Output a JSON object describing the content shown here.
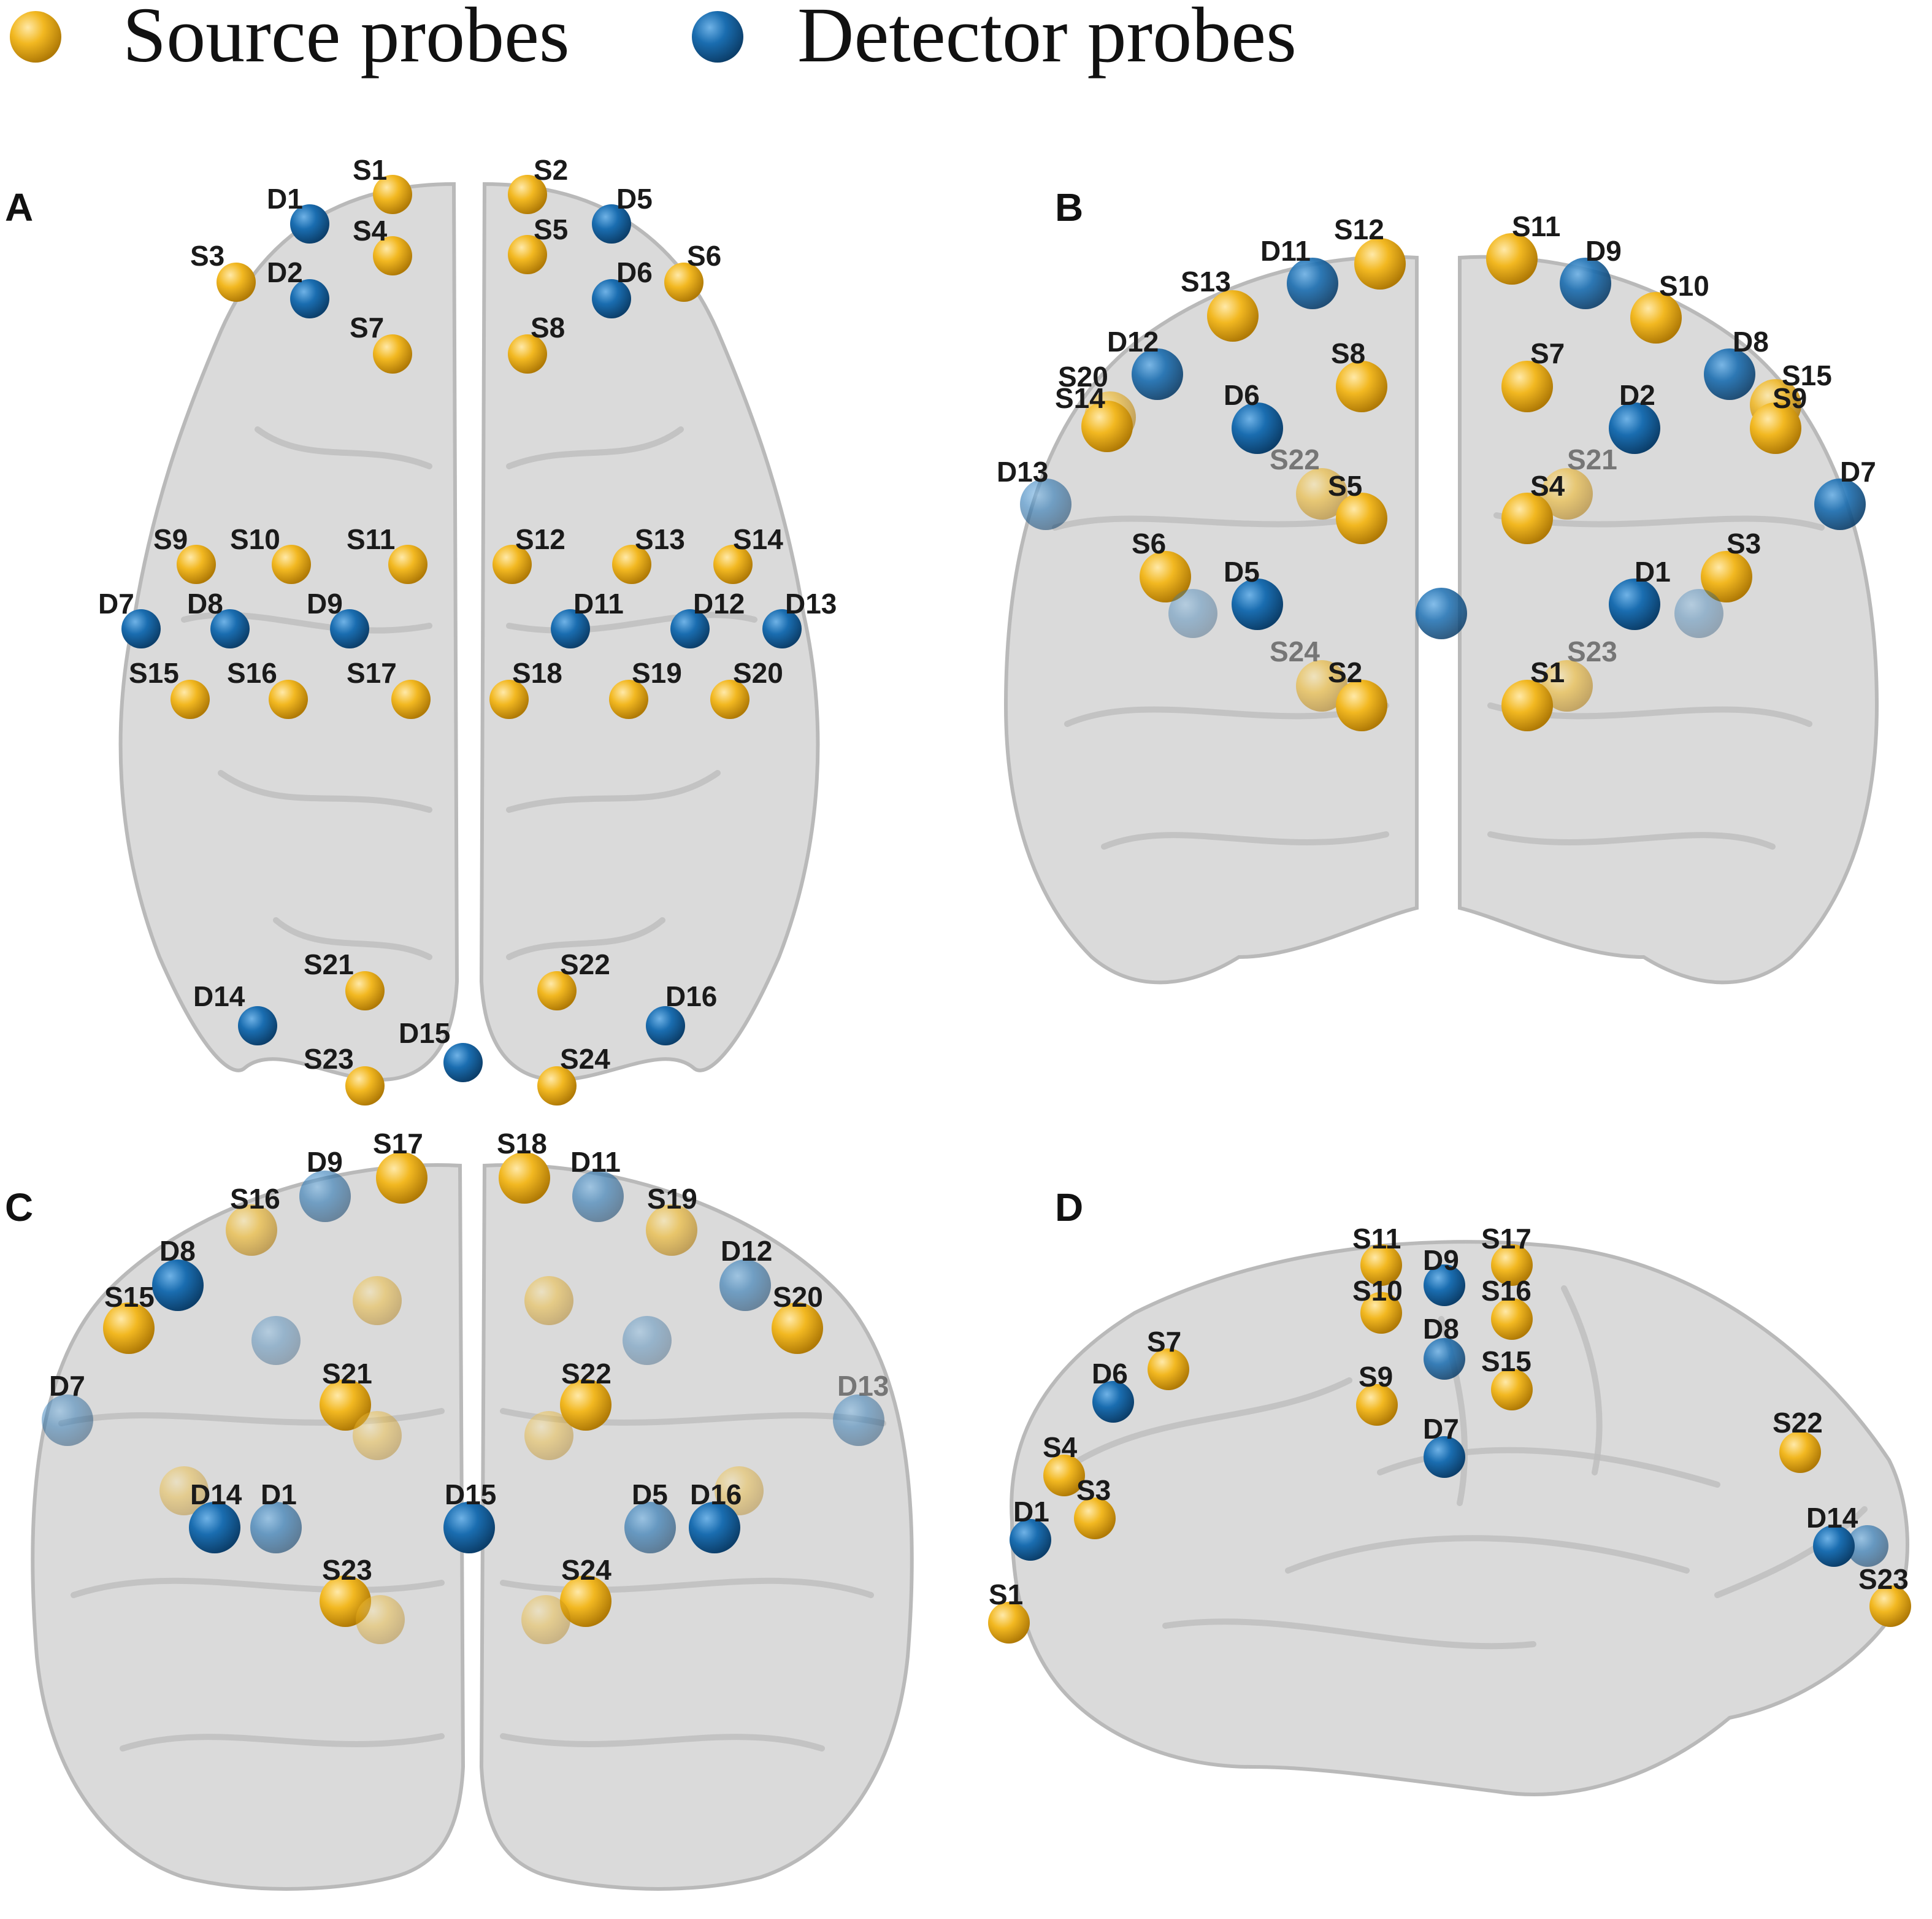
{
  "legend": {
    "source_label": "Source probes",
    "detector_label": "Detector probes",
    "source_color": "#e6a817",
    "detector_color": "#1565a6"
  },
  "panels": [
    {
      "letter": "A",
      "probes": [
        {
          "label": "S1",
          "kind": "source"
        },
        {
          "label": "S2",
          "kind": "source"
        },
        {
          "label": "D1",
          "kind": "detector"
        },
        {
          "label": "D5",
          "kind": "detector"
        },
        {
          "label": "S4",
          "kind": "source"
        },
        {
          "label": "S5",
          "kind": "source"
        },
        {
          "label": "S3",
          "kind": "source"
        },
        {
          "label": "D2",
          "kind": "detector"
        },
        {
          "label": "D6",
          "kind": "detector"
        },
        {
          "label": "S6",
          "kind": "source"
        },
        {
          "label": "S7",
          "kind": "source"
        },
        {
          "label": "S8",
          "kind": "source"
        },
        {
          "label": "S9",
          "kind": "source"
        },
        {
          "label": "S10",
          "kind": "source"
        },
        {
          "label": "S11",
          "kind": "source"
        },
        {
          "label": "S12",
          "kind": "source"
        },
        {
          "label": "S13",
          "kind": "source"
        },
        {
          "label": "S14",
          "kind": "source"
        },
        {
          "label": "D7",
          "kind": "detector"
        },
        {
          "label": "D8",
          "kind": "detector"
        },
        {
          "label": "D9",
          "kind": "detector"
        },
        {
          "label": "D11",
          "kind": "detector"
        },
        {
          "label": "D12",
          "kind": "detector"
        },
        {
          "label": "D13",
          "kind": "detector"
        },
        {
          "label": "S15",
          "kind": "source"
        },
        {
          "label": "S16",
          "kind": "source"
        },
        {
          "label": "S17",
          "kind": "source"
        },
        {
          "label": "S18",
          "kind": "source"
        },
        {
          "label": "S19",
          "kind": "source"
        },
        {
          "label": "S20",
          "kind": "source"
        },
        {
          "label": "S21",
          "kind": "source"
        },
        {
          "label": "S22",
          "kind": "source"
        },
        {
          "label": "D14",
          "kind": "detector"
        },
        {
          "label": "D16",
          "kind": "detector"
        },
        {
          "label": "D15",
          "kind": "detector"
        },
        {
          "label": "S23",
          "kind": "source"
        },
        {
          "label": "S24",
          "kind": "source"
        }
      ]
    },
    {
      "letter": "B",
      "probes": [
        {
          "label": "S12",
          "kind": "source"
        },
        {
          "label": "S11",
          "kind": "source"
        },
        {
          "label": "D11",
          "kind": "detector"
        },
        {
          "label": "D9",
          "kind": "detector"
        },
        {
          "label": "S13",
          "kind": "source"
        },
        {
          "label": "S10",
          "kind": "source"
        },
        {
          "label": "D12",
          "kind": "detector"
        },
        {
          "label": "D8",
          "kind": "detector"
        },
        {
          "label": "S8",
          "kind": "source"
        },
        {
          "label": "S7",
          "kind": "source"
        },
        {
          "label": "S15",
          "kind": "source"
        },
        {
          "label": "S20",
          "kind": "source"
        },
        {
          "label": "S14",
          "kind": "source"
        },
        {
          "label": "D6",
          "kind": "detector"
        },
        {
          "label": "D2",
          "kind": "detector"
        },
        {
          "label": "S9",
          "kind": "source"
        },
        {
          "label": "S22",
          "kind": "source"
        },
        {
          "label": "S21",
          "kind": "source"
        },
        {
          "label": "D13",
          "kind": "detector"
        },
        {
          "label": "S5",
          "kind": "source"
        },
        {
          "label": "S4",
          "kind": "source"
        },
        {
          "label": "D7",
          "kind": "detector"
        },
        {
          "label": "S6",
          "kind": "source"
        },
        {
          "label": "S3",
          "kind": "source"
        },
        {
          "label": "D5",
          "kind": "detector"
        },
        {
          "label": "D1",
          "kind": "detector"
        },
        {
          "label": "S24",
          "kind": "source"
        },
        {
          "label": "S23",
          "kind": "source"
        },
        {
          "label": "S2",
          "kind": "source"
        },
        {
          "label": "S1",
          "kind": "source"
        }
      ]
    },
    {
      "letter": "C",
      "probes": [
        {
          "label": "S17",
          "kind": "source"
        },
        {
          "label": "S18",
          "kind": "source"
        },
        {
          "label": "D9",
          "kind": "detector"
        },
        {
          "label": "D11",
          "kind": "detector"
        },
        {
          "label": "S16",
          "kind": "source"
        },
        {
          "label": "S19",
          "kind": "source"
        },
        {
          "label": "D8",
          "kind": "detector"
        },
        {
          "label": "D12",
          "kind": "detector"
        },
        {
          "label": "S15",
          "kind": "source"
        },
        {
          "label": "S20",
          "kind": "source"
        },
        {
          "label": "D7",
          "kind": "detector"
        },
        {
          "label": "D13",
          "kind": "detector"
        },
        {
          "label": "S21",
          "kind": "source"
        },
        {
          "label": "S22",
          "kind": "source"
        },
        {
          "label": "D14",
          "kind": "detector"
        },
        {
          "label": "D1",
          "kind": "detector"
        },
        {
          "label": "D15",
          "kind": "detector"
        },
        {
          "label": "D5",
          "kind": "detector"
        },
        {
          "label": "D16",
          "kind": "detector"
        },
        {
          "label": "S23",
          "kind": "source"
        },
        {
          "label": "S24",
          "kind": "source"
        }
      ]
    },
    {
      "letter": "D",
      "probes": [
        {
          "label": "S11",
          "kind": "source"
        },
        {
          "label": "S17",
          "kind": "source"
        },
        {
          "label": "D9",
          "kind": "detector"
        },
        {
          "label": "S10",
          "kind": "source"
        },
        {
          "label": "S16",
          "kind": "source"
        },
        {
          "label": "D8",
          "kind": "detector"
        },
        {
          "label": "S7",
          "kind": "source"
        },
        {
          "label": "D6",
          "kind": "detector"
        },
        {
          "label": "S9",
          "kind": "source"
        },
        {
          "label": "S15",
          "kind": "source"
        },
        {
          "label": "D7",
          "kind": "detector"
        },
        {
          "label": "S4",
          "kind": "source"
        },
        {
          "label": "S3",
          "kind": "source"
        },
        {
          "label": "S22",
          "kind": "source"
        },
        {
          "label": "D1",
          "kind": "detector"
        },
        {
          "label": "D14",
          "kind": "detector"
        },
        {
          "label": "S1",
          "kind": "source"
        },
        {
          "label": "S23",
          "kind": "source"
        }
      ]
    }
  ]
}
